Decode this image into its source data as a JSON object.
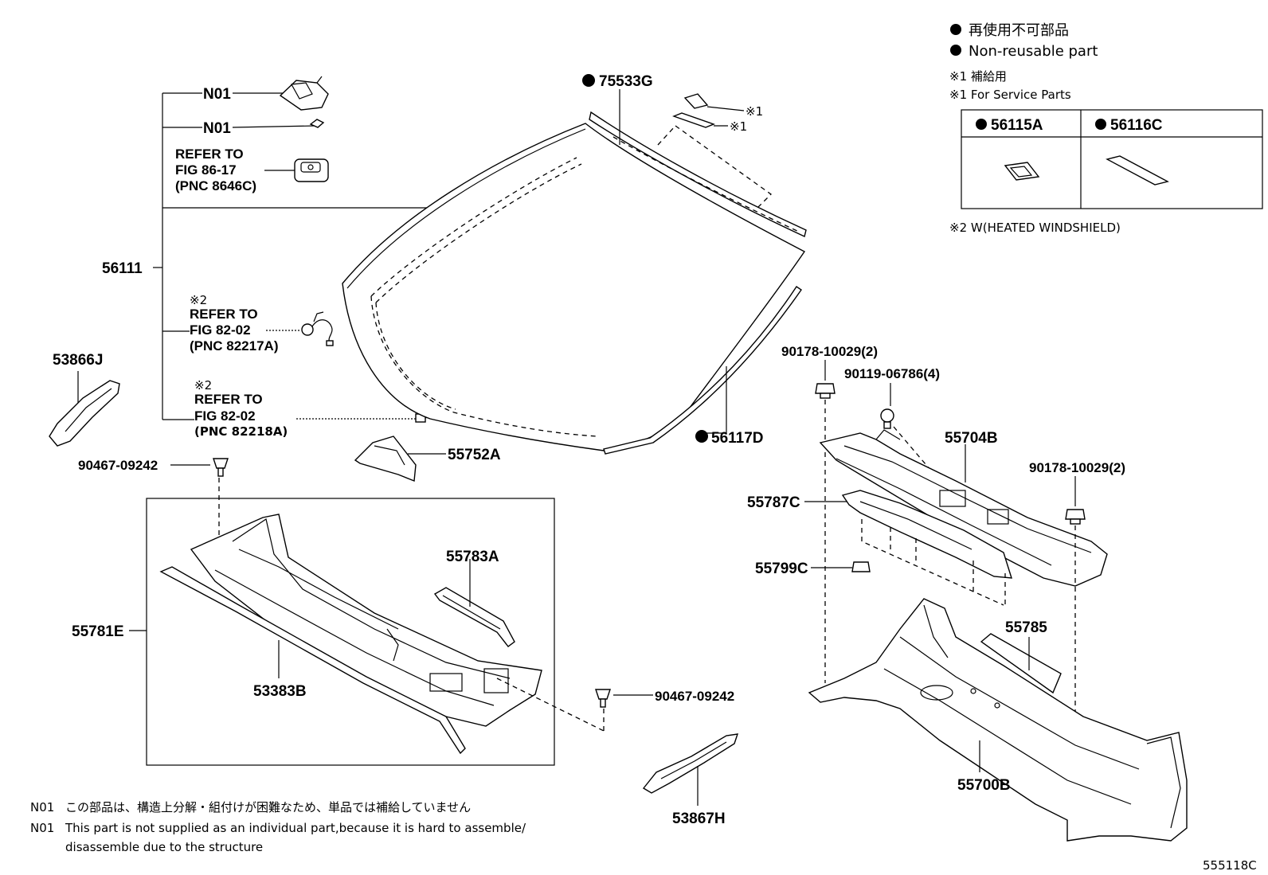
{
  "legend": {
    "non_reusable_jp": "再使用不可部品",
    "non_reusable_en": "Non-reusable part",
    "note1_jp": "※1 補給用",
    "note1_en": "※1 For Service Parts",
    "note2": "※2 W(HEATED WINDSHIELD)",
    "service_parts": [
      {
        "part_no": "56115A"
      },
      {
        "part_no": "56116C"
      }
    ]
  },
  "labels": {
    "n01_a": "N01",
    "n01_b": "N01",
    "refer_86_l1": "REFER TO",
    "refer_86_l2": "FIG 86-17",
    "refer_86_l3": "(PNC 8646C)",
    "p56111": "56111",
    "note2_a": "※2",
    "refer_82a_l1": "REFER TO",
    "refer_82a_l2": "FIG 82-02",
    "refer_82a_l3": "(PNC 82217A)",
    "note2_b": "※2",
    "refer_82b_l1": "REFER TO",
    "refer_82b_l2": "FIG 82-02",
    "refer_82b_l3": "(PNC 82218A)",
    "p53866J": "53866J",
    "p90467_a": "90467-09242",
    "p55752A": "55752A",
    "p75533G": "75533G",
    "note1_a": "※1",
    "note1_b": "※1",
    "p56117D": "56117D",
    "p90178_a": "90178-10029(2)",
    "p90119": "90119-06786(4)",
    "p55704B": "55704B",
    "p90178_b": "90178-10029(2)",
    "p55787C": "55787C",
    "p55799C": "55799C",
    "p55785": "55785",
    "p55783A": "55783A",
    "p55781E": "55781E",
    "p53383B": "53383B",
    "p90467_b": "90467-09242",
    "p53867H": "53867H",
    "p55700B": "55700B"
  },
  "footnotes": {
    "jp_code": "N01",
    "jp_text": "この部品は、構造上分解・組付けが困難なため、単品では補給していません",
    "en_code": "N01",
    "en_line1": "This part is not supplied as an individual part,because it is hard to assemble/",
    "en_line2": "disassemble due to the structure"
  },
  "diagram_id": "555118C"
}
